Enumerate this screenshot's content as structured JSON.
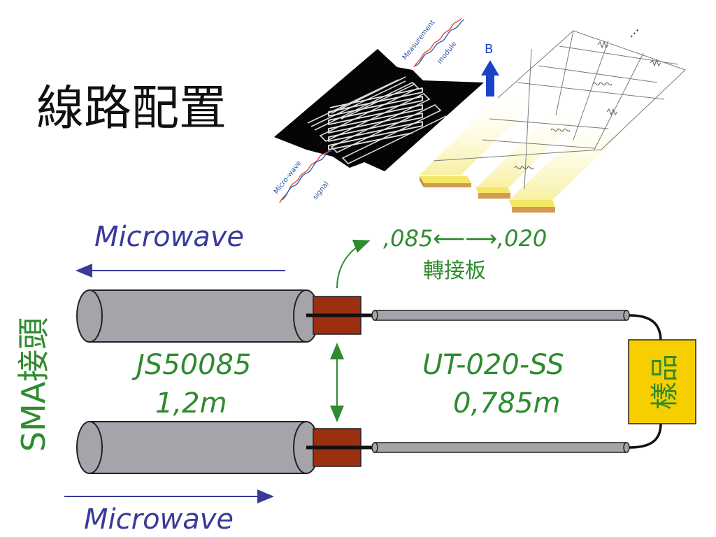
{
  "title": "線路配置",
  "top_left_microwave": "Microwave",
  "bottom_left_microwave": "Microwave",
  "adapter_spec": ",085⟵⟶,020",
  "adapter_name": "轉接板",
  "sma_connector": "SMA接頭",
  "cable_left_name": "JS50085",
  "cable_left_length": "1,2m",
  "cable_right_name": "UT-020-SS",
  "cable_right_length": "0,785m",
  "sample": "樣品",
  "figure_labels": {
    "measurement": "Measurement",
    "module": "module",
    "micro_wave": "Micro-wave",
    "signal": "signal",
    "field": "B"
  },
  "colors": {
    "blue_text": "#3a3a9a",
    "green_text": "#2e8b2e",
    "cable_gray": "#a6a3ab",
    "connector": "#9b2f10",
    "sample_fill": "#f7cf00"
  }
}
